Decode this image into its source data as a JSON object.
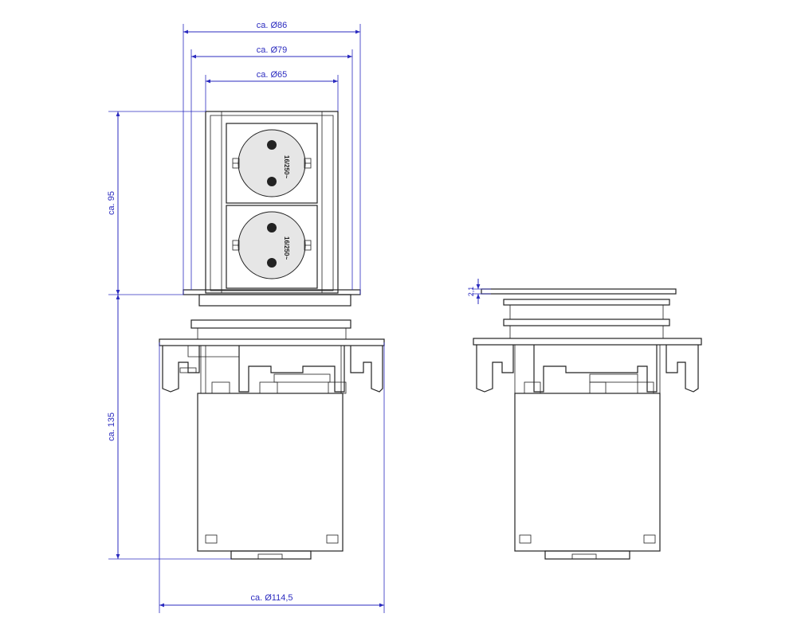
{
  "dimensions": {
    "diameter_86": "ca. Ø86",
    "diameter_79": "ca. Ø79",
    "diameter_65": "ca. Ø65",
    "height_95": "ca. 95",
    "height_135": "ca. 135",
    "diameter_114_5": "ca. Ø114,5",
    "thickness_2_1": "2,1"
  },
  "sockets": {
    "rating_label": "16/250~"
  },
  "colors": {
    "dimension": "#2b2bbf",
    "outline": "#222222"
  }
}
